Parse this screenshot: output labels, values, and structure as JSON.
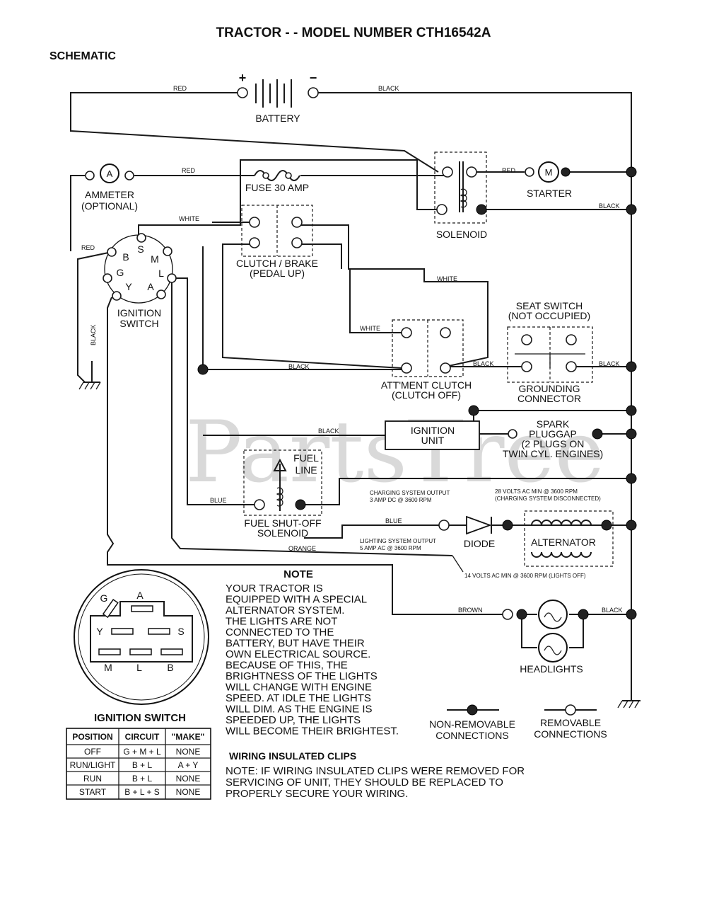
{
  "title": "TRACTOR - - MODEL NUMBER CTH16542A",
  "subtitle": "SCHEMATIC",
  "watermark": "PartsTree",
  "components": {
    "battery": "BATTERY",
    "battery_plus": "+",
    "battery_minus": "−",
    "ammeter_symbol": "A",
    "ammeter_1": "AMMETER",
    "ammeter_2": "(OPTIONAL)",
    "fuse": "FUSE 30 AMP",
    "starter_symbol": "M",
    "starter": "STARTER",
    "solenoid": "SOLENOID",
    "clutch_brake_1": "CLUTCH / BRAKE",
    "clutch_brake_2": "(PEDAL UP)",
    "ignition_switch_1": "IGNITION",
    "ignition_switch_2": "SWITCH",
    "seat_switch_1": "SEAT SWITCH",
    "seat_switch_2": "(NOT OCCUPIED)",
    "grounding_1": "GROUNDING",
    "grounding_2": "CONNECTOR",
    "attclutch_1": "ATT'MENT CLUTCH",
    "attclutch_2": "(CLUTCH OFF)",
    "ignition_unit_1": "IGNITION",
    "ignition_unit_2": "UNIT",
    "spark_1": "SPARK",
    "spark_2": "PLUGGAP",
    "spark_3": "(2 PLUGS ON",
    "spark_4": "TWIN CYL. ENGINES)",
    "fuel_1": "FUEL",
    "fuel_2": "LINE",
    "fuel_sol_1": "FUEL SHUT-OFF",
    "fuel_sol_2": "SOLENOID",
    "diode": "DIODE",
    "alternator": "ALTERNATOR",
    "headlights": "HEADLIGHTS",
    "charging_1": "CHARGING SYSTEM OUTPUT",
    "charging_2": "3 AMP DC @ 3600 RPM",
    "volts28_1": "28 VOLTS AC MIN @ 3600 RPM",
    "volts28_2": "(CHARGING SYSTEM DISCONNECTED)",
    "lighting_1": "LIGHTING SYSTEM OUTPUT",
    "lighting_2": "5 AMP AC @ 3600 RPM",
    "volts14": "14 VOLTS AC MIN @ 3600 RPM (LIGHTS OFF)"
  },
  "ignition_terminals": [
    "B",
    "S",
    "M",
    "G",
    "L",
    "Y",
    "A"
  ],
  "wire_labels": {
    "red": "RED",
    "black": "BLACK",
    "white": "WHITE",
    "blue": "BLUE",
    "orange": "ORANGE",
    "brown": "BROWN"
  },
  "note": {
    "heading": "NOTE",
    "lines": [
      "YOUR TRACTOR IS",
      "EQUIPPED WITH A SPECIAL",
      "ALTERNATOR SYSTEM.",
      "THE LIGHTS ARE NOT",
      "CONNECTED TO THE",
      "BATTERY, BUT HAVE THEIR",
      "OWN ELECTRICAL SOURCE.",
      "BECAUSE OF THIS, THE",
      "BRIGHTNESS OF THE LIGHTS",
      "WILL CHANGE WITH ENGINE",
      "SPEED.  AT IDLE THE LIGHTS",
      "WILL DIM.  AS THE ENGINE IS",
      "SPEEDED UP, THE LIGHTS",
      "WILL BECOME THEIR BRIGHTEST."
    ]
  },
  "legend": {
    "nonremovable_1": "NON-REMOVABLE",
    "nonremovable_2": "CONNECTIONS",
    "removable_1": "REMOVABLE",
    "removable_2": "CONNECTIONS"
  },
  "clips": {
    "heading": "WIRING INSULATED CLIPS",
    "line1": "NOTE: IF WIRING INSULATED CLIPS WERE REMOVED FOR",
    "line2": "SERVICING OF UNIT, THEY SHOULD BE REPLACED TO",
    "line3": "PROPERLY SECURE YOUR WIRING."
  },
  "ignition_detail": {
    "title": "IGNITION SWITCH",
    "pin_labels": [
      "A",
      "G",
      "Y",
      "S",
      "M",
      "L",
      "B"
    ]
  },
  "ignition_table": {
    "headers": [
      "POSITION",
      "CIRCUIT",
      "\"MAKE\""
    ],
    "rows": [
      [
        "OFF",
        "G + M + L",
        "NONE"
      ],
      [
        "RUN/LIGHT",
        "B + L",
        "A + Y"
      ],
      [
        "RUN",
        "B + L",
        "NONE"
      ],
      [
        "START",
        "B + L + S",
        "NONE"
      ]
    ]
  }
}
